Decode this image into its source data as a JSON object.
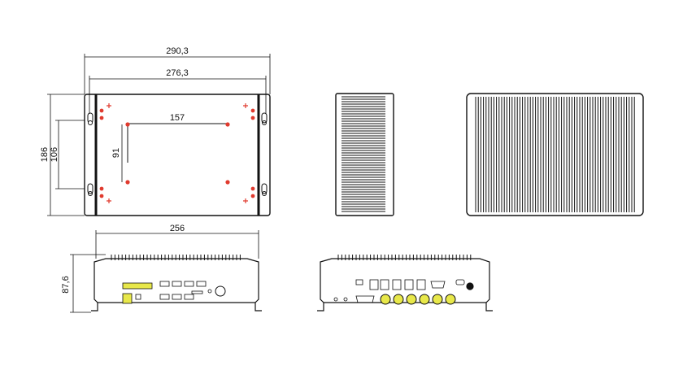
{
  "dimensions": {
    "overall_width": "290,3",
    "slot_width": "276,3",
    "hole_width": "157",
    "hole_height": "91",
    "overall_height": "186",
    "slot_height": "106",
    "front_width": "256",
    "front_height": "87,6"
  },
  "colors": {
    "outline": "#111111",
    "mount_hole": "#e03a2e",
    "io_port": "#e8e84a",
    "background": "#ffffff"
  },
  "icons": {
    "mount_marker": "cross-icon",
    "power_button": "power-button-icon"
  }
}
